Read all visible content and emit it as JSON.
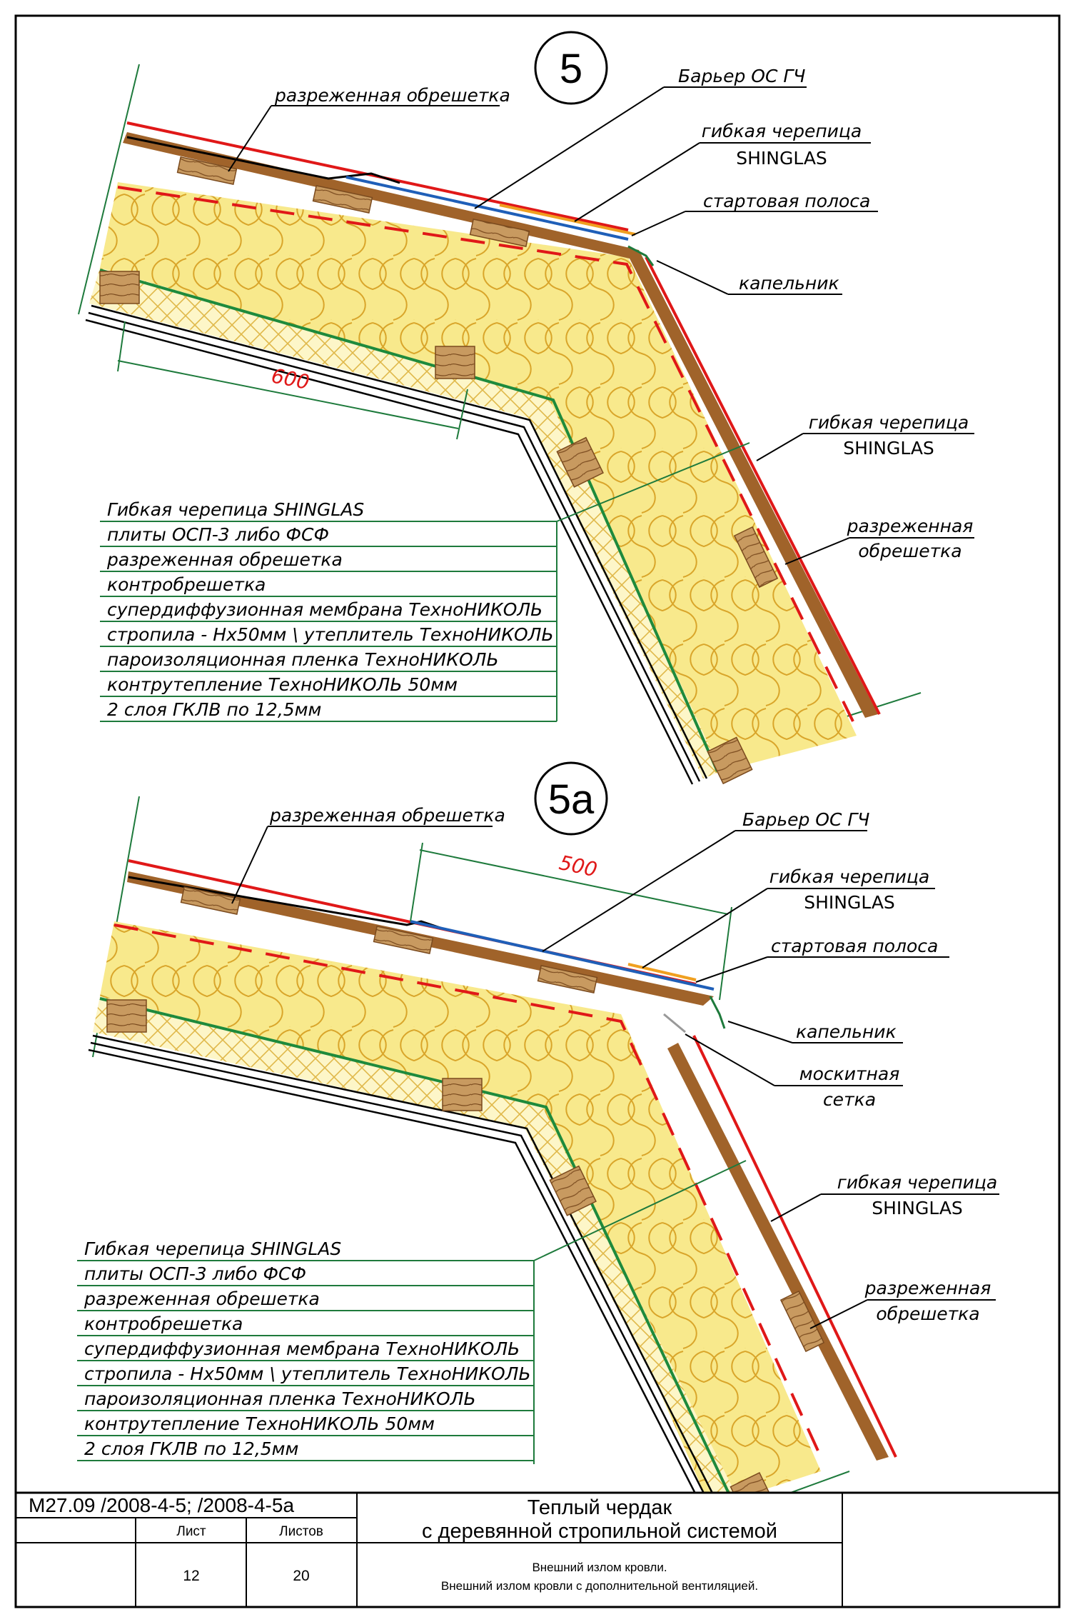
{
  "detail_5": {
    "badge": "5",
    "callouts": {
      "sparse_battens": "разреженная обрешетка",
      "barrier": "Барьер ОС ГЧ",
      "shingle_1": "гибкая черепица",
      "shingle_2": "SHINGLAS",
      "starter_strip": "стартовая полоса",
      "drip_edge": "капельник",
      "wall_shingle_1": "гибкая черепица",
      "wall_shingle_2": "SHINGLAS",
      "wall_battens_1": "разреженная",
      "wall_battens_2": "обрешетка"
    },
    "dimension": "600",
    "layers": [
      "Гибкая черепица SHINGLAS",
      "плиты ОСП-3 либо ФСФ",
      "разреженная обрешетка",
      "контробрешетка",
      "супердиффузионная мембрана ТехноНИКОЛЬ",
      "стропила - Нх50мм \\ утеплитель ТехноНИКОЛЬ",
      "пароизоляционная пленка ТехноНИКОЛЬ",
      "контрутепление  ТехноНИКОЛЬ 50мм",
      "2 слоя ГКЛВ по 12,5мм"
    ]
  },
  "detail_5a": {
    "badge": "5а",
    "callouts": {
      "sparse_battens": "разреженная обрешетка",
      "barrier": "Барьер ОС ГЧ",
      "shingle_1": "гибкая черепица",
      "shingle_2": "SHINGLAS",
      "starter_strip": "стартовая полоса",
      "drip_edge": "капельник",
      "mosquito_1": "москитная",
      "mosquito_2": "сетка",
      "wall_shingle_1": "гибкая черепица",
      "wall_shingle_2": "SHINGLAS",
      "wall_battens_1": "разреженная",
      "wall_battens_2": "обрешетка"
    },
    "dimension": "500",
    "layers": [
      "Гибкая черепица SHINGLAS",
      "плиты ОСП-3 либо ФСФ",
      "разреженная обрешетка",
      "контробрешетка",
      "супердиффузионная мембрана ТехноНИКОЛЬ",
      "стропила - Нх50мм \\ утеплитель ТехноНИКОЛЬ",
      "пароизоляционная пленка ТехноНИКОЛЬ",
      "контрутепление  ТехноНИКОЛЬ 50мм",
      "2 слоя ГКЛВ по 12,5мм"
    ]
  },
  "title_block": {
    "doc_code": "М27.09 /2008-4-5; /2008-4-5а",
    "title_line1": "Теплый чердак",
    "title_line2": "с деревянной стропильной системой",
    "sheet_label": "Лист",
    "sheets_label": "Листов",
    "sheet": "12",
    "sheets": "20",
    "desc_line1": "Внешний излом кровли.",
    "desc_line2": "Внешний излом кровли с дополнительной вентиляцией."
  },
  "colors": {
    "shingle": "#e01818",
    "osb": "#a0632a",
    "membrane_green": "#1e8a3c",
    "leader_green": "#1e7a3c",
    "insulation": "#f7e27a",
    "insulation_line": "#d9a52a",
    "barrier_blue": "#1f5fb8",
    "starter_orange": "#f0a020",
    "dimension": "#1e7a3c"
  }
}
